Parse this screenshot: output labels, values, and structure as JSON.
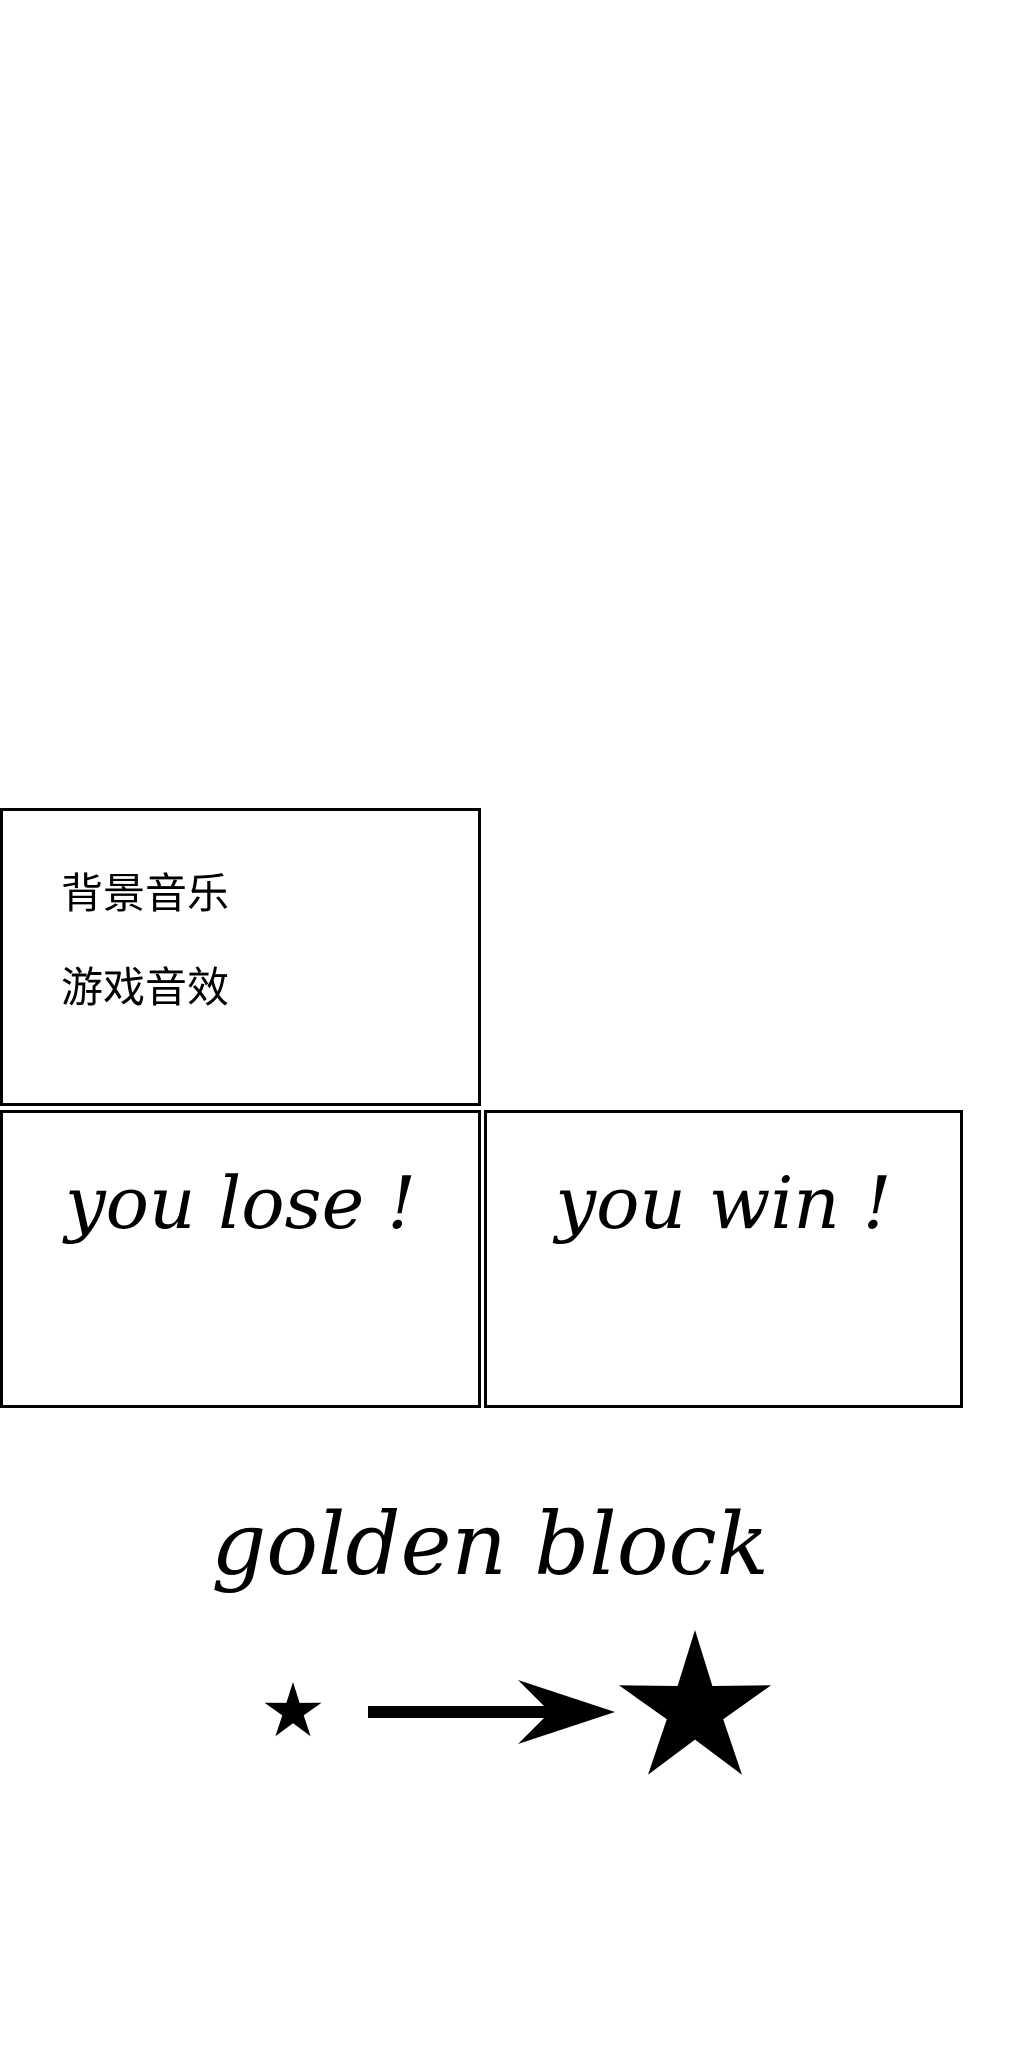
{
  "settings": {
    "background_music": "背景音乐",
    "sound_effects": "游戏音效"
  },
  "result": {
    "lose_text": "you lose !",
    "win_text": "you win !"
  },
  "golden_block": {
    "title": "golden block",
    "icons": [
      "small-star-icon",
      "arrow-right-icon",
      "large-star-icon"
    ]
  }
}
